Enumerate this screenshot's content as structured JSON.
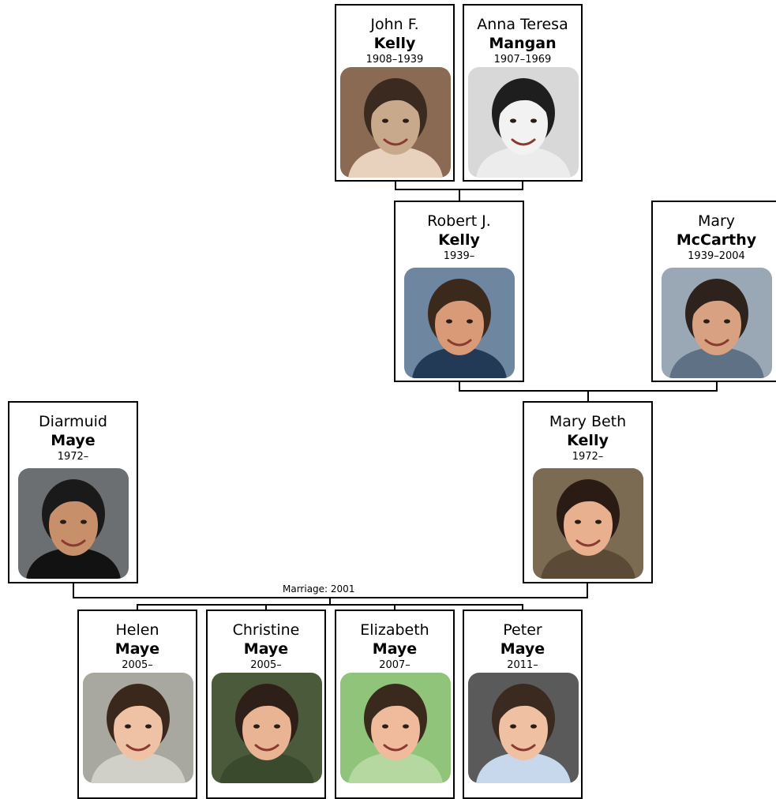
{
  "people": {
    "john": {
      "given": "John F.",
      "surname": "Kelly",
      "years": "1908–1939",
      "photo_colors": [
        "#8a6a52",
        "#c9a98c",
        "#3a2a20",
        "#e8d2bd"
      ]
    },
    "anna": {
      "given": "Anna Teresa",
      "surname": "Mangan",
      "years": "1907–1969",
      "photo_colors": [
        "#d8d8d8",
        "#f2f2f2",
        "#1e1e1e",
        "#ececec"
      ]
    },
    "robert": {
      "given": "Robert J.",
      "surname": "Kelly",
      "years": "1939–",
      "photo_colors": [
        "#6f86a0",
        "#d99a78",
        "#3b2a1c",
        "#223a56"
      ]
    },
    "mary": {
      "given": "Mary",
      "surname": "McCarthy",
      "years": "1939–2004",
      "photo_colors": [
        "#9aa7b5",
        "#d8a282",
        "#2d231c",
        "#5f7185"
      ]
    },
    "diarmuid": {
      "given": "Diarmuid",
      "surname": "Maye",
      "years": "1972–",
      "photo_colors": [
        "#6b6f72",
        "#c8906a",
        "#1a1a1a",
        "#121212"
      ]
    },
    "marybeth": {
      "given": "Mary Beth",
      "surname": "Kelly",
      "years": "1972–",
      "photo_colors": [
        "#7a6b52",
        "#e8b08e",
        "#2a1c14",
        "#5a4a36"
      ]
    },
    "helen": {
      "given": "Helen",
      "surname": "Maye",
      "years": "2005–",
      "photo_colors": [
        "#a8a8a0",
        "#efc2a6",
        "#3a281c",
        "#d0d0c8"
      ]
    },
    "christine": {
      "given": "Christine",
      "surname": "Maye",
      "years": "2005–",
      "photo_colors": [
        "#4a5a3a",
        "#e8b494",
        "#2e2018",
        "#3a4a2c"
      ]
    },
    "elizabeth": {
      "given": "Elizabeth",
      "surname": "Maye",
      "years": "2007–",
      "photo_colors": [
        "#8fc47a",
        "#efbb9c",
        "#3a2a1e",
        "#b5d8a0"
      ]
    },
    "peter": {
      "given": "Peter",
      "surname": "Maye",
      "years": "2011–",
      "photo_colors": [
        "#5a5a5a",
        "#efc0a2",
        "#3a2a20",
        "#c8d8ec"
      ]
    }
  },
  "marriage_label": "Marriage: 2001"
}
